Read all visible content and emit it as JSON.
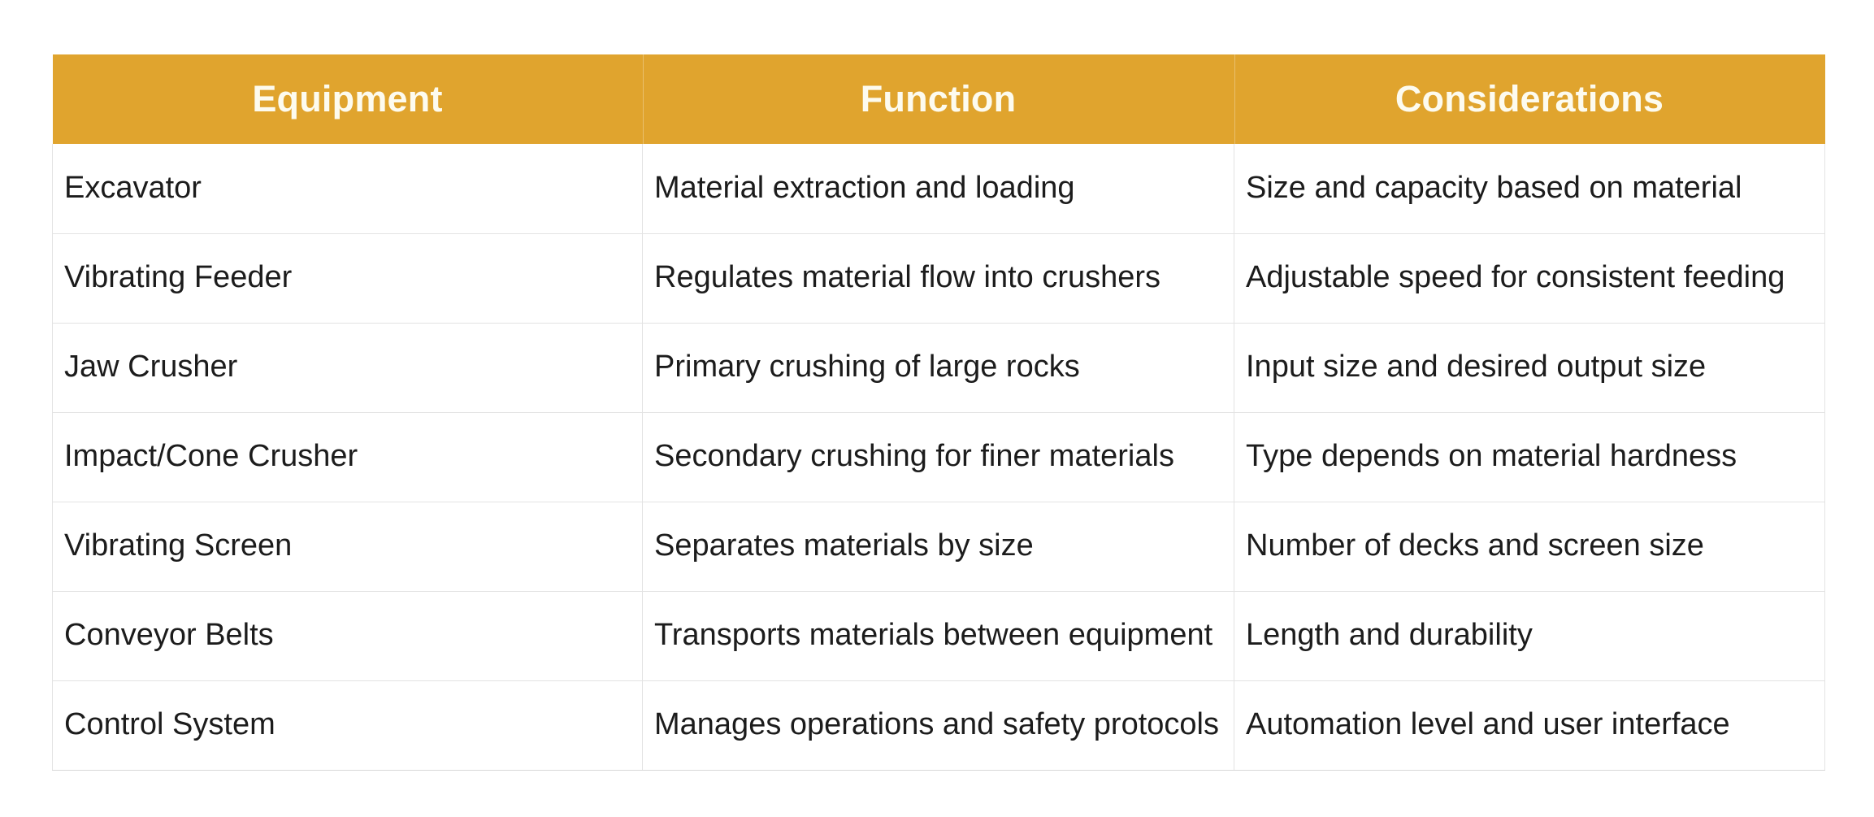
{
  "table": {
    "columns": [
      {
        "label": "Equipment",
        "key": "equipment"
      },
      {
        "label": "Function",
        "key": "function"
      },
      {
        "label": "Considerations",
        "key": "considerations"
      }
    ],
    "header_bg_color": "#e0a42e",
    "header_text_color": "#fdfbef",
    "body_text_color": "#1c1c1c",
    "grid_line_color": "#e3e3e3",
    "rows": [
      {
        "equipment": "Excavator",
        "function": "Material extraction and loading",
        "considerations": "Size and capacity based on material"
      },
      {
        "equipment": "Vibrating Feeder",
        "function": "Regulates material flow into crushers",
        "considerations": "Adjustable speed for consistent feeding"
      },
      {
        "equipment": "Jaw Crusher",
        "function": "Primary crushing of large rocks",
        "considerations": "Input size and desired output size"
      },
      {
        "equipment": "Impact/Cone Crusher",
        "function": "Secondary crushing for finer materials",
        "considerations": "Type depends on material hardness"
      },
      {
        "equipment": "Vibrating Screen",
        "function": "Separates materials by size",
        "considerations": "Number of decks and screen size"
      },
      {
        "equipment": "Conveyor Belts",
        "function": "Transports materials between equipment",
        "considerations": "Length and durability"
      },
      {
        "equipment": "Control System",
        "function": "Manages operations and safety protocols",
        "considerations": "Automation level and user interface"
      }
    ]
  }
}
